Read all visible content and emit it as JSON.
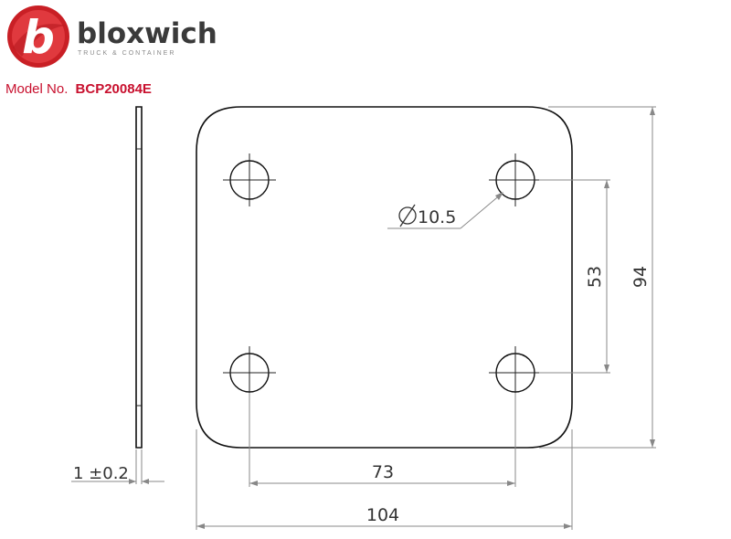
{
  "brand": {
    "name": "bloxwich",
    "tagline": "TRUCK & CONTAINER",
    "logo_letter": "b",
    "colors": {
      "red": "#d42a2e",
      "text": "#3a3a3a",
      "tagline": "#8a8a8a"
    }
  },
  "model": {
    "label": "Model No.",
    "number": "BCP20084E",
    "color": "#c8102e"
  },
  "dimensions": {
    "hole_diameter": "10.5",
    "hole_spacing_vertical": "53",
    "height": "94",
    "hole_spacing_horizontal": "73",
    "width": "104",
    "thickness": "1 ±0.2"
  },
  "symbols": {
    "diameter_icon": "diameter-symbol"
  }
}
